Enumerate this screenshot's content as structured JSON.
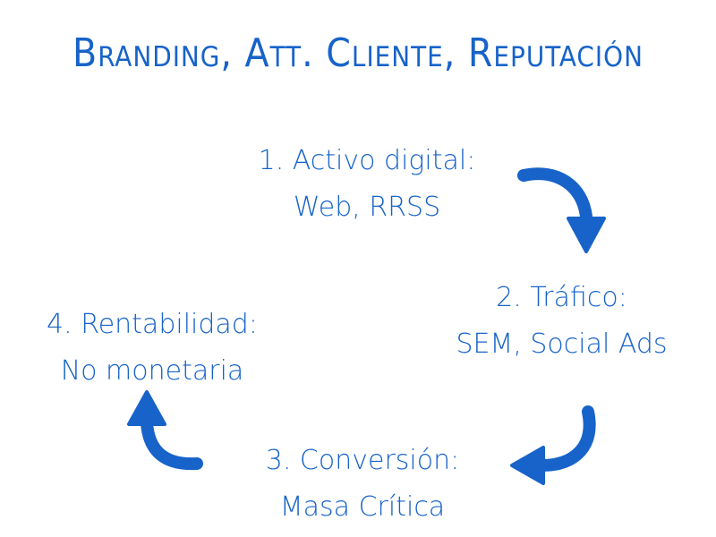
{
  "title": "Branding, Att. Cliente, Reputación",
  "colors": {
    "primary": "#1763c9"
  },
  "steps": [
    {
      "heading": "1. Activo digital:",
      "detail": "Web, RRSS"
    },
    {
      "heading": "2. Tráfico:",
      "detail": "SEM, Social Ads"
    },
    {
      "heading": "3. Conversión:",
      "detail": "Masa Crítica"
    },
    {
      "heading": "4. Rentabilidad:",
      "detail": "No monetaria"
    }
  ],
  "arrows": [
    {
      "name": "arrow-down-icon"
    },
    {
      "name": "arrow-left-icon"
    },
    {
      "name": "arrow-up-icon"
    }
  ]
}
